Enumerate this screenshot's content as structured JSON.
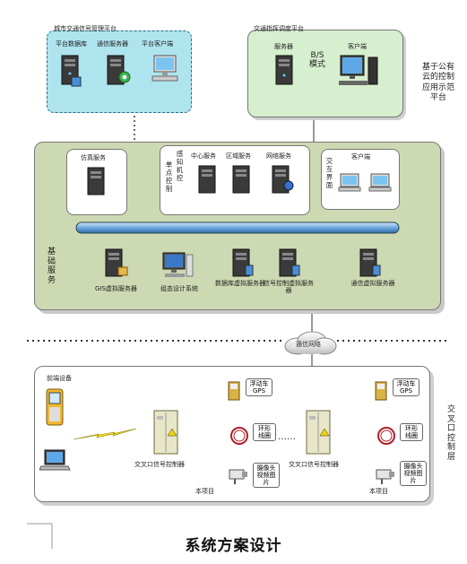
{
  "top_left": {
    "title": "城市交通信号管理平台",
    "db_label": "平台数据库",
    "comm_label": "通信服务器",
    "client_label": "平台客户端"
  },
  "top_right": {
    "title": "交通指挥调度平台",
    "server_label": "服务器",
    "bs_label": "B/S模式",
    "client_label": "客户端"
  },
  "side_label_top": "基于公有云的控制应用示范平台",
  "basic": {
    "sim_label": "仿真服务",
    "single_point_label": "单点控制",
    "alt_label": "感知机控",
    "center_label": "中心服务",
    "region_label": "区域服务",
    "network_label": "网络服务",
    "interactive_label": "交互界面",
    "client_label": "客户端",
    "layer_label": "基础服务",
    "gis_label": "GIS虚拟服务器",
    "config_label": "组态设计系统",
    "dbvm_label": "数据库虚拟服务器",
    "sigvm_label": "信号控制虚拟服务器",
    "commvm_label": "通信虚拟服务器"
  },
  "cloud_label": "通信网络",
  "intersection": {
    "frontend_label": "前端设备",
    "controller_left": "交叉口信号控制器",
    "controller_right": "交叉口信号控制器",
    "gps_left": "浮动车GPS",
    "gps_right": "浮动车GPS",
    "loop_left": "环形线圈",
    "loop_right": "环形线圈",
    "camera_left": "摄像头视频图片",
    "camera_right": "摄像头视频图片",
    "project_left": "本项目",
    "project_right": "本项目",
    "dots": "……",
    "layer_label": "交叉口控制层"
  },
  "caption": "系统方案设计",
  "colors": {
    "top_left_bg": "#aee4ee",
    "top_right_bg": "#d6efce",
    "basic_bg": "#cdd9b2",
    "bus_color": "#6fa8dc"
  }
}
